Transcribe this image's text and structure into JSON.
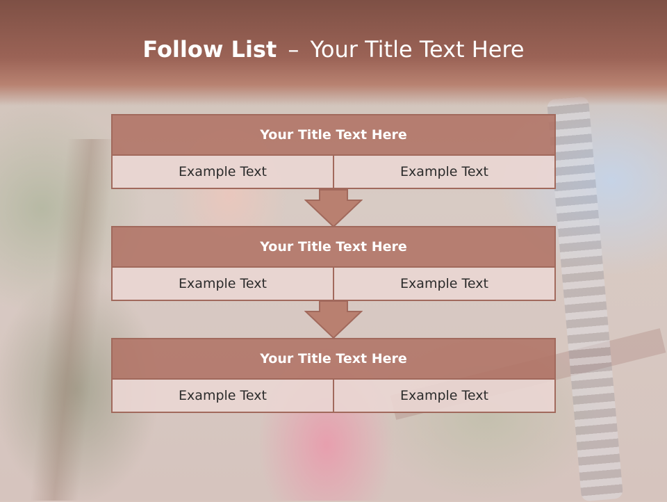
{
  "slide": {
    "title_bold": "Follow List",
    "title_separator": "–",
    "title_rest": "Your Title Text Here"
  },
  "blocks": [
    {
      "title": "Your Title Text Here",
      "left": "Example Text",
      "right": "Example Text"
    },
    {
      "title": "Your Title Text Here",
      "left": "Example Text",
      "right": "Example Text"
    },
    {
      "title": "Your Title Text Here",
      "left": "Example Text",
      "right": "Example Text"
    }
  ],
  "colors": {
    "header": "#9b6356",
    "block_title_fill": "#b17365",
    "block_border": "#a1695c",
    "cell_fill": "#ead6d3"
  }
}
